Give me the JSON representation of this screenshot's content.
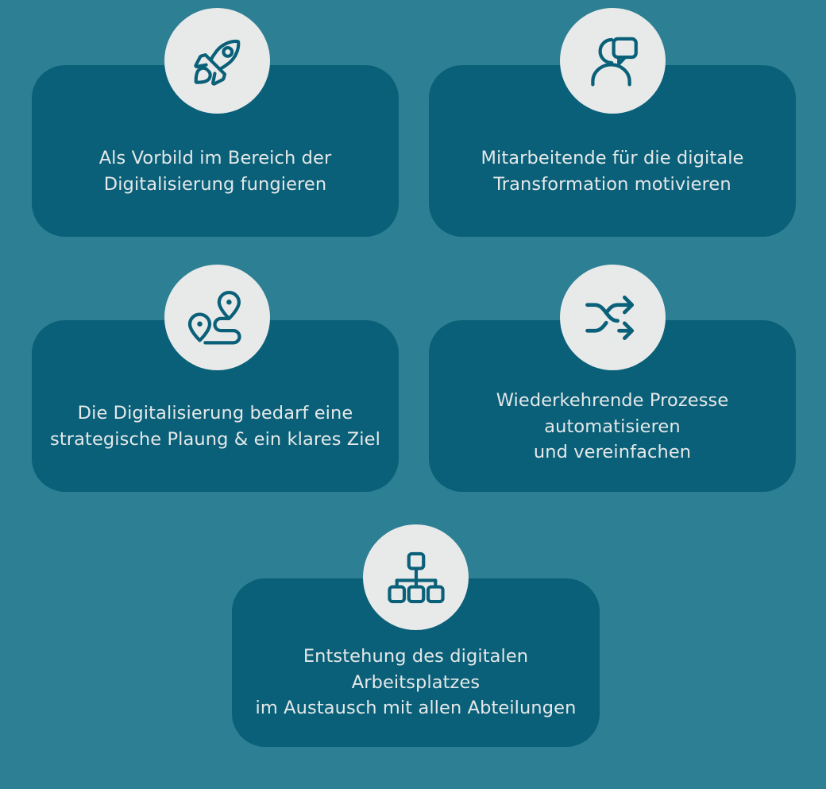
{
  "page": {
    "title": "Digitalisierung Infografik",
    "background_color": "#2d7f93",
    "card_color": "#0a6078",
    "icon_circle_color": "#e8eaea",
    "icon_stroke_color": "#0a6078",
    "text_color": "#e4e8e9"
  },
  "cards": [
    {
      "id": "card-1",
      "icon": "rocket-icon",
      "text": "Als Vorbild im Bereich der Digitalisierung fungieren"
    },
    {
      "id": "card-2",
      "icon": "person-speech-bubble-icon",
      "text": "Mitarbeitende für die digitale\nTransformation motivieren"
    },
    {
      "id": "card-3",
      "icon": "route-map-pins-icon",
      "text": "Die Digitalisierung bedarf eine\nstrategische Plaung & ein klares Ziel"
    },
    {
      "id": "card-4",
      "icon": "shuffle-arrows-icon",
      "text": "Wiederkehrende Prozesse automatisieren\nund vereinfachen"
    },
    {
      "id": "card-5",
      "icon": "hierarchy-org-chart-icon",
      "text": "Entstehung des digitalen Arbeitsplatzes\nim Austausch mit allen Abteilungen"
    }
  ]
}
